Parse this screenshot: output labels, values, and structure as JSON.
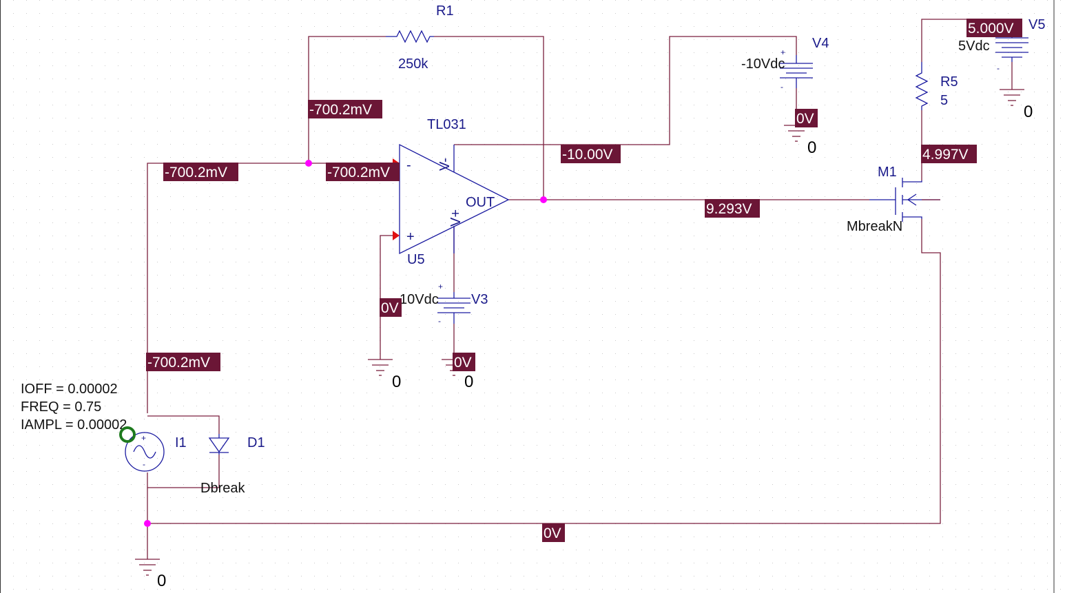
{
  "components": {
    "r1": {
      "name": "R1",
      "value": "250k"
    },
    "u5": {
      "name": "U5",
      "model": "TL031",
      "pin_minus": "-",
      "pin_plus": "+",
      "pin_out": "OUT",
      "pin_vneg": "V-",
      "pin_vpos": "V+"
    },
    "v4": {
      "name": "V4",
      "value": "-10Vdc"
    },
    "v3": {
      "name": "V3",
      "value": "10Vdc"
    },
    "v5": {
      "name": "V5",
      "value": "5Vdc"
    },
    "r5": {
      "name": "R5",
      "value": "5"
    },
    "m1": {
      "name": "M1",
      "model": "MbreakN"
    },
    "i1": {
      "name": "I1",
      "params": [
        "IOFF = 0.00002",
        "FREQ = 0.75",
        "IAMPL = 0.00002"
      ]
    },
    "d1": {
      "name": "D1",
      "model": "Dbreak"
    },
    "polarity": {
      "plus": "+",
      "minus": "-"
    }
  },
  "ground_label": "0",
  "voltages": {
    "feedback_node": "-700.2mV",
    "left_wire": "-700.2mV",
    "inverting_input": "-700.2mV",
    "source_top": "-700.2mV",
    "vneg_rail": "-10.00V",
    "output": "9.293V",
    "v4_ground": "0V",
    "v5_top": "5.000V",
    "drain": "4.997V",
    "noninv_input": "0V",
    "v3_ground": "0V",
    "bottom_return": "0V"
  }
}
